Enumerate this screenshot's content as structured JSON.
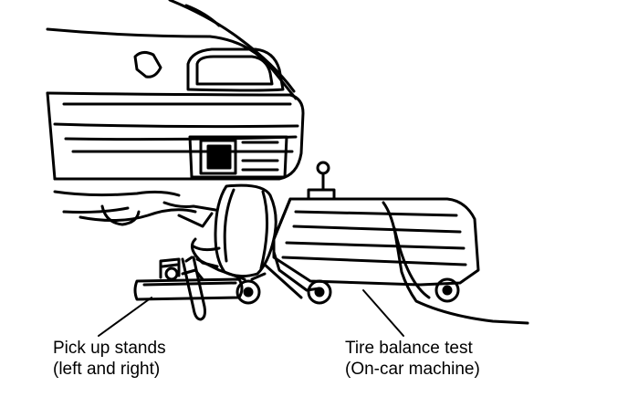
{
  "labels": {
    "stands": {
      "line1": "Pick up stands",
      "line2": "(left and right)"
    },
    "machine": {
      "line1": "Tire balance test",
      "line2": "(On-car machine)"
    }
  },
  "colors": {
    "ink": "#000000",
    "paper": "#ffffff"
  }
}
